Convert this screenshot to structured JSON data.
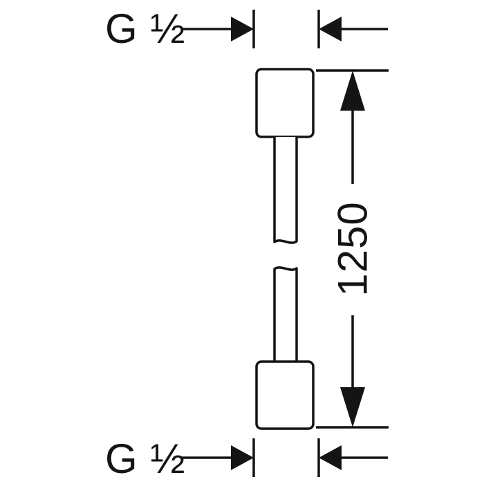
{
  "diagram": {
    "labels": {
      "top_thread": "G ½",
      "bottom_thread": "G ½",
      "length": "1250"
    },
    "colors": {
      "line": "#141414",
      "background": "#ffffff"
    }
  }
}
